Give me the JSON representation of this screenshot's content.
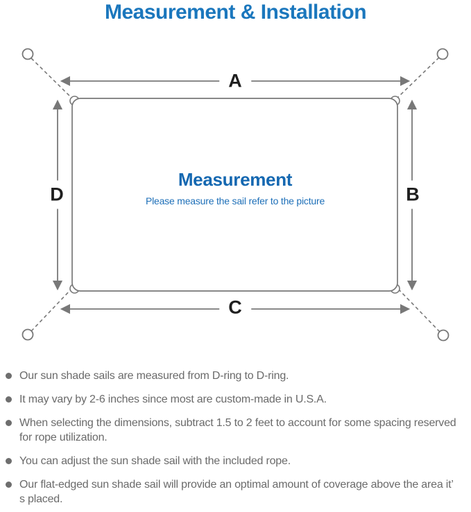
{
  "page": {
    "title": "Measurement & Installation"
  },
  "diagram": {
    "dim_top": "A",
    "dim_right": "B",
    "dim_bottom": "C",
    "dim_left": "D",
    "center_title": "Measurement",
    "center_subtitle": "Please measure the sail refer to the picture"
  },
  "notes": {
    "items": [
      "Our sun shade sails are measured from D-ring to D-ring.",
      "It may vary by 2-6 inches since most are custom-made in U.S.A.",
      "When selecting the dimensions, subtract 1.5 to 2 feet to account for some spacing reserved for rope utilization.",
      "You can adjust the sun shade sail with the included rope.",
      "Our flat-edged sun shade sail will provide an optimal amount of coverage above the area it’ s placed."
    ]
  },
  "colors": {
    "title_blue": "#1b77bd",
    "center_heading_blue": "#1568b1",
    "center_subtitle_blue": "#1d6fb8",
    "diagram_line_gray": "#787878",
    "note_text_gray": "#6a6a6a",
    "dimension_label_black": "#1f1f1f"
  }
}
